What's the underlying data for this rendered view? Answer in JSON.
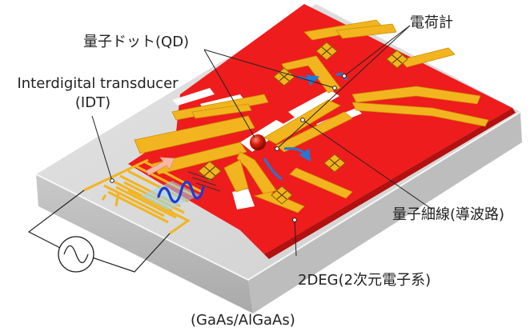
{
  "labels": {
    "charge_meter": "電荷計",
    "quantum_dot": "量子ドット(QD)",
    "idt_line1": "Interdigital transducer",
    "idt_line2": "(IDT)",
    "wire": "量子細線(導波路)",
    "twodeg": "2DEG(2次元電子系)",
    "substrate": "(GaAs/AlGaAs)"
  },
  "colors": {
    "twodeg_red": "#ee1c1c",
    "gate_gold": "#f2b51f",
    "wave_blue": "#1d3bd6",
    "arrow_blue": "#1f7ad6",
    "qd_red": "#d41a0a",
    "substrate_gray": "#cfcfcf"
  },
  "icons": [
    "ac-source-icon",
    "ohmic-contact-icon",
    "saw-wave-icon",
    "direction-arrow-icon"
  ]
}
